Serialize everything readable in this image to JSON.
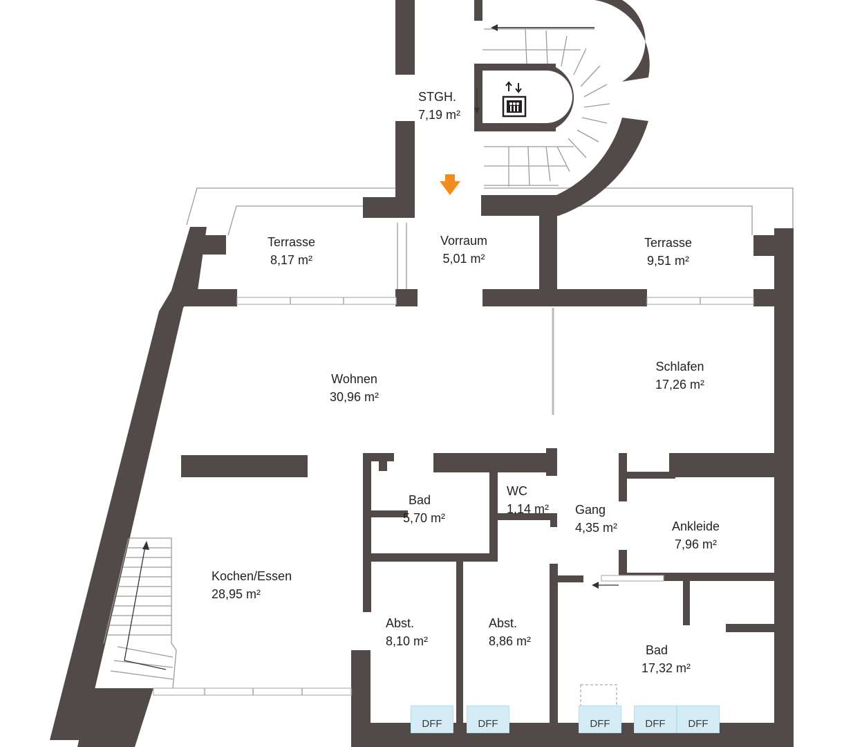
{
  "rooms": [
    {
      "id": "stgh",
      "name": "STGH.",
      "area": "7,19 m²"
    },
    {
      "id": "terrasse-left",
      "name": "Terrasse",
      "area": "8,17 m²"
    },
    {
      "id": "vorraum",
      "name": "Vorraum",
      "area": "5,01 m²"
    },
    {
      "id": "terrasse-right",
      "name": "Terrasse",
      "area": "9,51 m²"
    },
    {
      "id": "wohnen",
      "name": "Wohnen",
      "area": "30,96 m²"
    },
    {
      "id": "schlafen",
      "name": "Schlafen",
      "area": "17,26 m²"
    },
    {
      "id": "bad-small",
      "name": "Bad",
      "area": "5,70 m²"
    },
    {
      "id": "wc",
      "name": "WC",
      "area": "1,14 m²"
    },
    {
      "id": "gang",
      "name": "Gang",
      "area": "4,35 m²"
    },
    {
      "id": "ankleide",
      "name": "Ankleide",
      "area": "7,96 m²"
    },
    {
      "id": "kochen-essen",
      "name": "Kochen/Essen",
      "area": "28,95 m²"
    },
    {
      "id": "abst-1",
      "name": "Abst.",
      "area": "8,10 m²"
    },
    {
      "id": "abst-2",
      "name": "Abst.",
      "area": "8,86 m²"
    },
    {
      "id": "bad-large",
      "name": "Bad",
      "area": "17,32 m²"
    }
  ],
  "skylights": [
    "DFF",
    "DFF",
    "DFF",
    "DFF",
    "DFF"
  ],
  "colors": {
    "wall": "#524a48",
    "entrance_arrow": "#f28c1e",
    "skylight": "#d4ecf6",
    "text": "#231f20"
  },
  "icons": {
    "elevator": "elevator-icon",
    "entrance": "entrance-arrow-icon"
  }
}
